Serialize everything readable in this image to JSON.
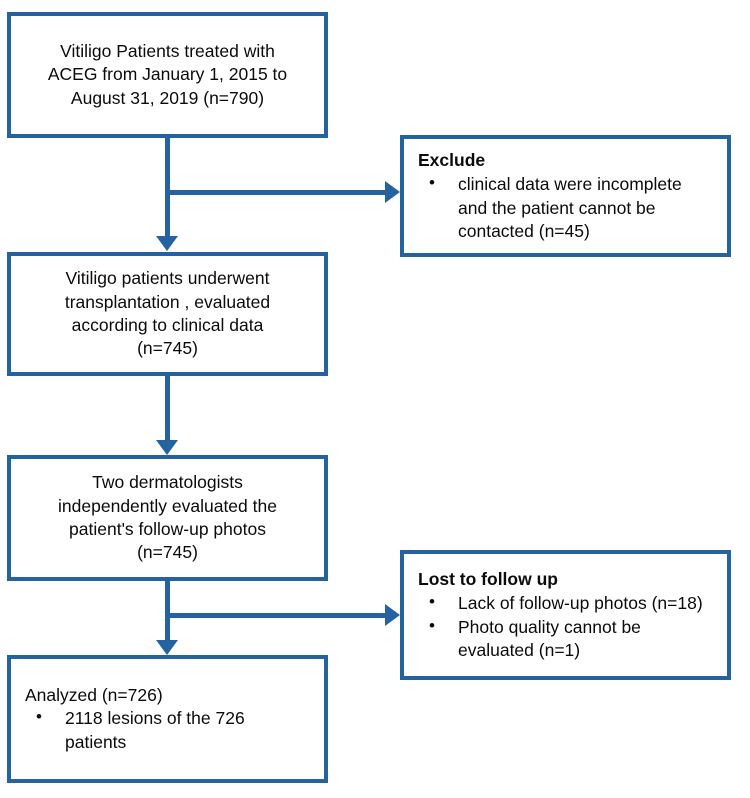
{
  "diagram": {
    "title": "Vitiligo ACEG transplantation patient selection flow diagram",
    "accent_color": "#24639f",
    "text_color": "#0b0b0b",
    "background": "#ffffff",
    "bullet_glyph": "•"
  },
  "nodes": {
    "enrolled": {
      "name": "enrolled-cohort",
      "lines": [
        "Vitiligo Patients treated with",
        "ACEG from January 1, 2015 to",
        "August 31, 2019 (n=790)"
      ],
      "count": 790
    },
    "excluded": {
      "name": "excluded",
      "heading": "Exclude",
      "bullets": [
        "clinical data were incomplete and the patient cannot be contacted (n=45)"
      ],
      "count": 45
    },
    "underwent": {
      "name": "underwent-transplantation",
      "lines": [
        "Vitiligo patients underwent",
        "transplantation , evaluated",
        "according to clinical data",
        "(n=745)"
      ],
      "count": 745
    },
    "evaluated": {
      "name": "dermatologist-evaluation",
      "lines": [
        "Two dermatologists",
        "independently evaluated the",
        "patient's follow-up photos",
        "(n=745)"
      ],
      "count": 745
    },
    "lost": {
      "name": "lost-to-follow-up",
      "heading": "Lost to follow up",
      "bullets": [
        "Lack of follow-up photos (n=18)",
        "Photo quality cannot be evaluated (n=1)"
      ],
      "counts": [
        18,
        1
      ]
    },
    "analyzed": {
      "name": "analyzed",
      "heading": "Analyzed (n=726)",
      "bullets": [
        "2118 lesions of the 726 patients"
      ],
      "count": 726,
      "lesions": 2118
    }
  }
}
